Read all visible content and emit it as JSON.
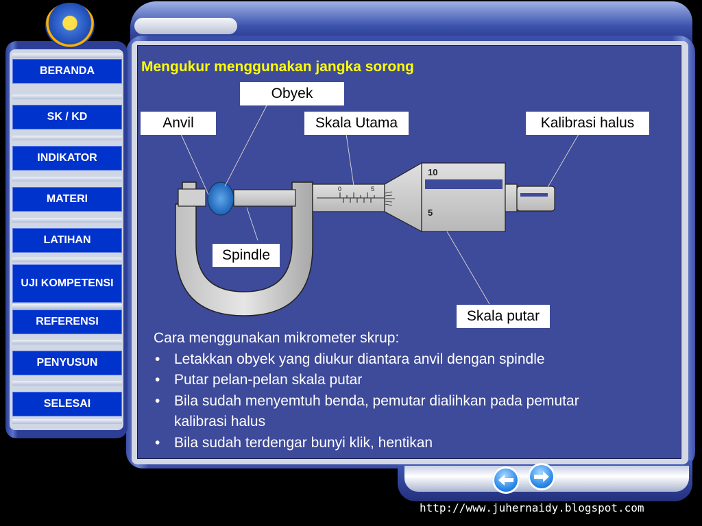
{
  "nav": [
    {
      "label": "BERANDA"
    },
    {
      "label": "SK / KD"
    },
    {
      "label": "INDIKATOR"
    },
    {
      "label": "MATERI"
    },
    {
      "label": "LATIHAN"
    },
    {
      "label": "UJI KOMPETENSI"
    },
    {
      "label": "REFERENSI"
    },
    {
      "label": "PENYUSUN"
    },
    {
      "label": "SELESAI"
    }
  ],
  "slide": {
    "title": "Mengukur menggunakan jangka sorong",
    "labels": {
      "obyek": "Obyek",
      "anvil": "Anvil",
      "skala_utama": "Skala Utama",
      "kalibrasi_halus": "Kalibrasi halus",
      "spindle": "Spindle",
      "skala_putar": "Skala putar"
    },
    "scale_numbers": {
      "thimble_10": "10",
      "thimble_5": "5",
      "sleeve_0": "0",
      "sleeve_5": "5"
    },
    "instructions_heading": "Cara menggunakan mikrometer skrup:",
    "bullet_symbol": "•",
    "steps": [
      "Letakkan obyek yang diukur diantara anvil dengan spindle",
      "Putar pelan-pelan skala putar",
      "Bila sudah menyemtuh benda, pemutar dialihkan pada pemutar kalibrasi halus",
      "Bila sudah terdengar bunyi klik, hentikan"
    ]
  },
  "footer": {
    "url": "http://www.juhernaidy.blogspot.com"
  },
  "icons": {
    "prev": "arrow-left-icon",
    "next": "arrow-right-icon"
  },
  "colors": {
    "nav_button": "#0033cc",
    "content_bg": "#3e4a9a",
    "title": "#ffff00"
  }
}
